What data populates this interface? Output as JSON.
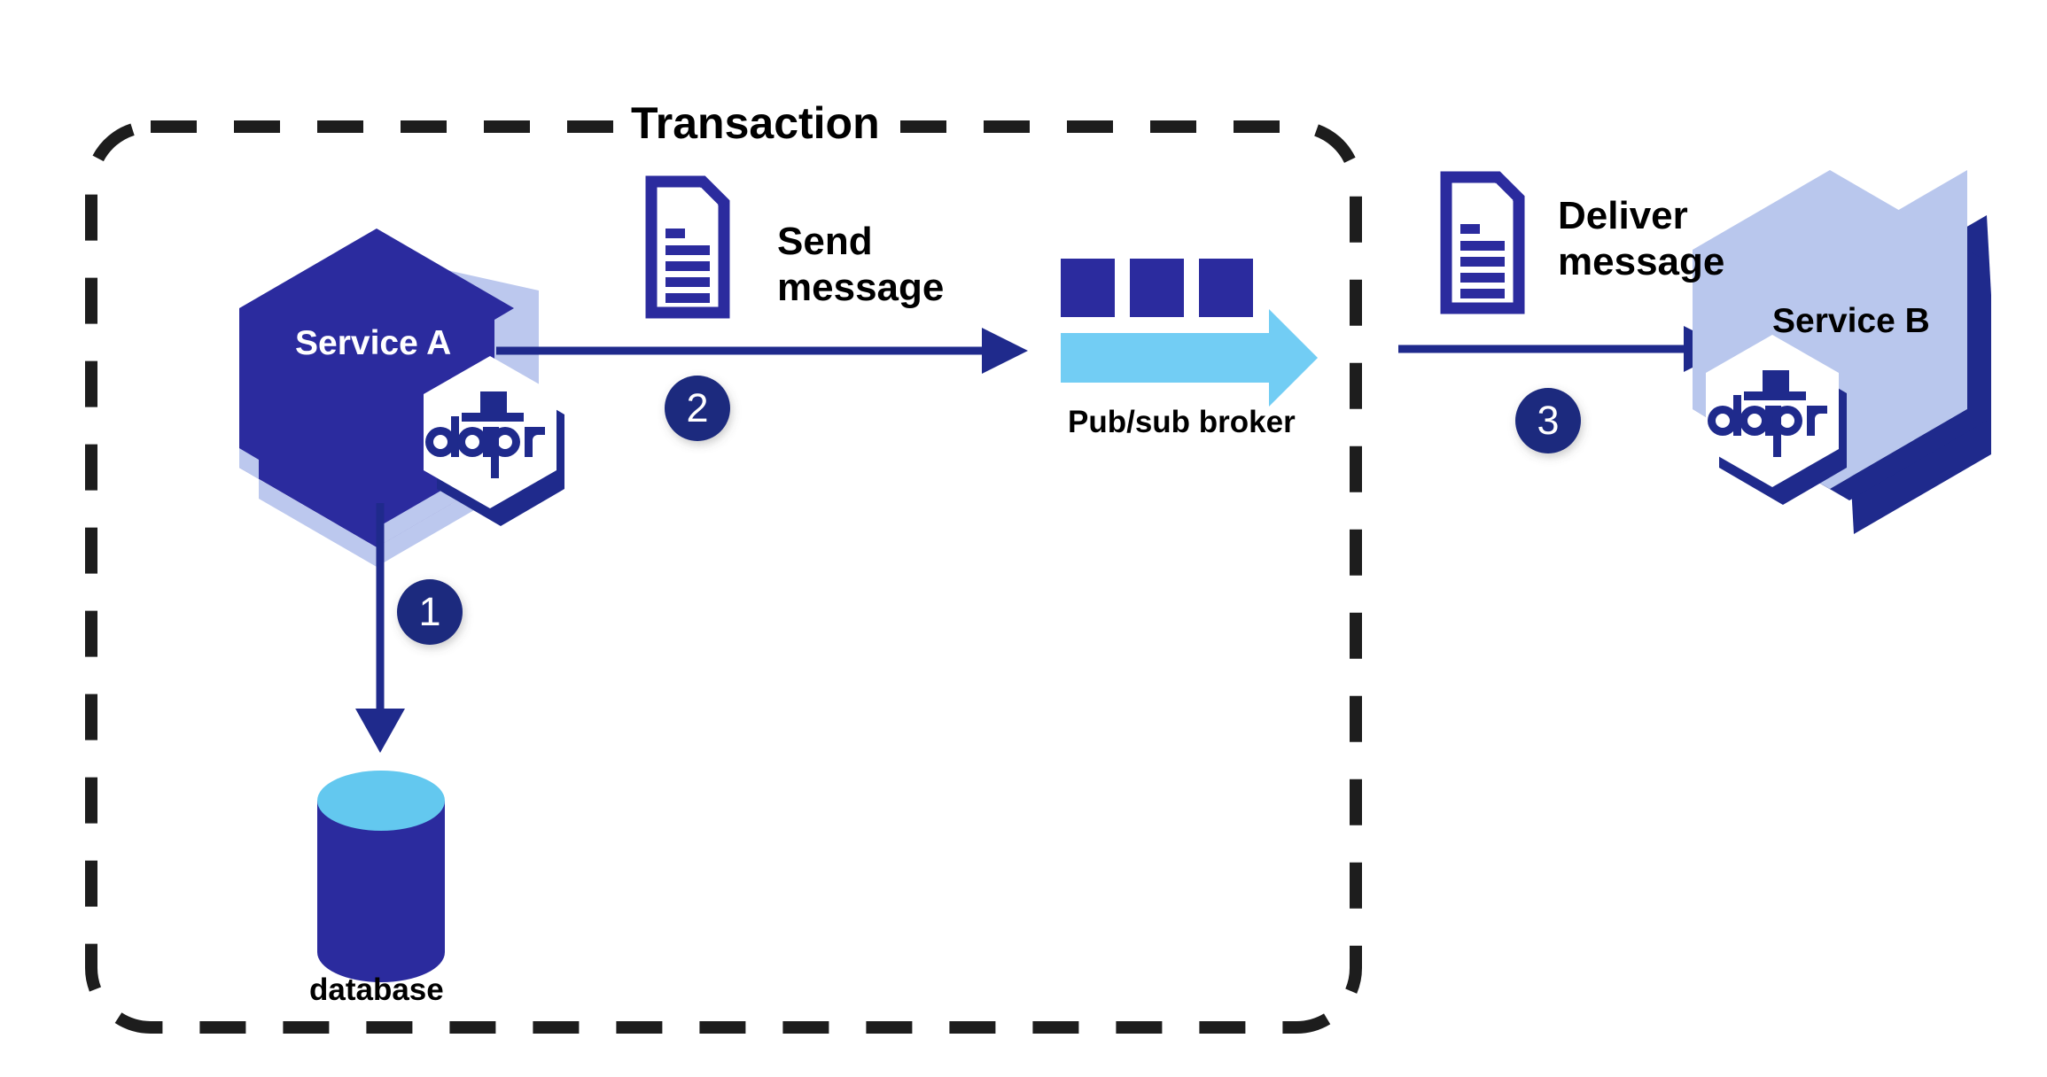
{
  "diagram": {
    "title": "Transaction",
    "type": "dapr-pubsub-transaction-flow",
    "boundary": {
      "label": "Transaction",
      "style": "dashed-rounded-rectangle",
      "color": "#1d1d1d"
    },
    "nodes": [
      {
        "id": "service-a",
        "label": "Service A",
        "shape": "hexagon",
        "fill": "#2b2b9e",
        "text_color": "#ffffff",
        "sidecar": "dapr"
      },
      {
        "id": "database",
        "label": "database",
        "shape": "cylinder",
        "body_color": "#2b2b9e",
        "top_color": "#63c8ef"
      },
      {
        "id": "pubsub-broker",
        "label": "Pub/sub broker",
        "shape": "arrow-with-blocks",
        "arrow_color": "#72cdf4",
        "block_color": "#2b2b9e"
      },
      {
        "id": "service-b",
        "label": "Service B",
        "shape": "hexagon",
        "fill": "#b9c7ed",
        "text_color": "#000000",
        "sidecar": "dapr"
      }
    ],
    "sidecar_logo_text": "dapr",
    "edges": [
      {
        "id": "edge-1",
        "step": "1",
        "from": "service-a",
        "to": "database",
        "label": "",
        "direction": "down"
      },
      {
        "id": "edge-2",
        "step": "2",
        "from": "service-a",
        "to": "pubsub-broker",
        "label": "Send message",
        "direction": "right"
      },
      {
        "id": "edge-3",
        "step": "3",
        "from": "pubsub-broker",
        "to": "service-b",
        "label": "Deliver message",
        "direction": "right"
      }
    ],
    "annotations": [
      {
        "id": "send-message",
        "line1": "Send",
        "line2": "message",
        "icon": "document-icon"
      },
      {
        "id": "deliver-message",
        "line1": "Deliver",
        "line2": "message",
        "icon": "document-icon"
      }
    ],
    "steps": [
      {
        "number": "1"
      },
      {
        "number": "2"
      },
      {
        "number": "3"
      }
    ],
    "colors": {
      "dark_navy": "#1f2a8c",
      "hex_blue": "#2b2b9e",
      "light_hex_blue": "#b9c7ed",
      "shadow_blue": "#bcc8ee",
      "cyan": "#72cdf4",
      "black": "#1d1d1d",
      "white": "#ffffff"
    }
  }
}
